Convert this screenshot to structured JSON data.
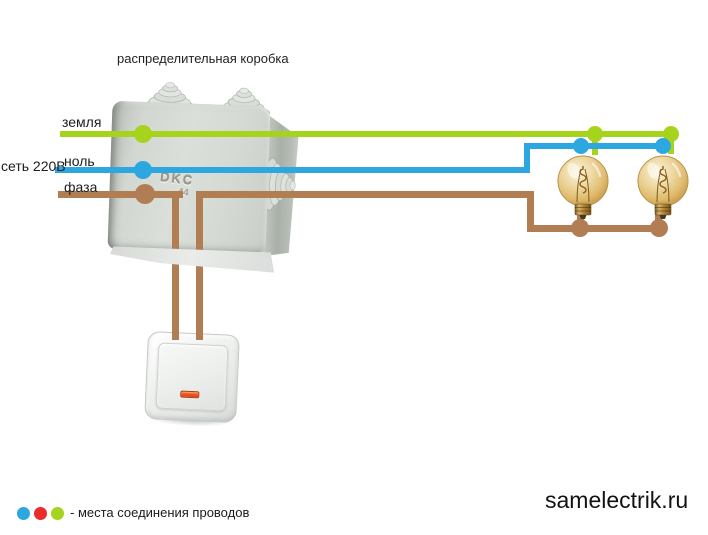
{
  "diagram": {
    "title": "распределительная коробка",
    "labels": {
      "ground": "земля",
      "mains": "сеть 220В",
      "neutral": "ноль",
      "phase": "фаза"
    },
    "junction_box": {
      "logo": "DKC",
      "logo_sub": "44"
    },
    "legend": {
      "text": "- места соединения проводов"
    },
    "watermark": "samelectrik.ru",
    "colors": {
      "ground_wire": "#a6d41c",
      "neutral_wire": "#2da7e0",
      "phase_wire": "#b17d52",
      "legend_red": "#e92b2b"
    }
  }
}
